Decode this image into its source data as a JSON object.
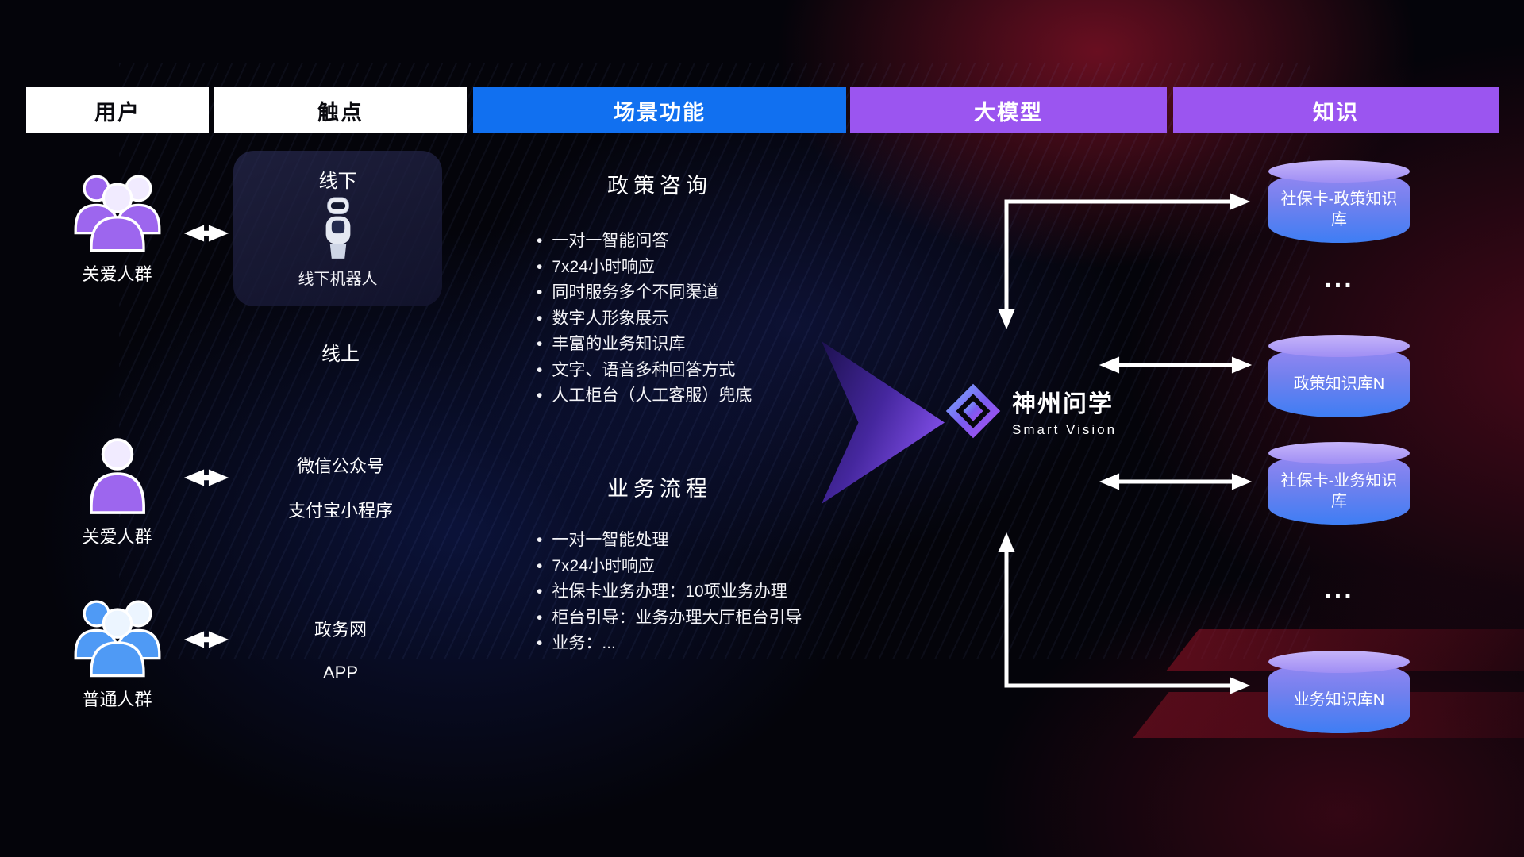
{
  "header": {
    "columns": [
      {
        "label": "用户"
      },
      {
        "label": "触点"
      },
      {
        "label": "场景功能"
      },
      {
        "label": "大模型"
      },
      {
        "label": "知识"
      }
    ]
  },
  "users": {
    "group1_label": "关爱人群",
    "single_label": "关爱人群",
    "group2_label": "普通人群"
  },
  "touchpoints": {
    "offline_title": "线下",
    "offline_robot_label": "线下机器人",
    "online_title": "线上",
    "channels": [
      "微信公众号",
      "支付宝小程序",
      "政务网",
      "APP"
    ]
  },
  "functions": {
    "policy": {
      "title": "政策咨询",
      "items": [
        "一对一智能问答",
        "7x24小时响应",
        "同时服务多个不同渠道",
        "数字人形象展示",
        "丰富的业务知识库",
        "文字、语音多种回答方式",
        "人工柜台（人工客服）兜底"
      ]
    },
    "business": {
      "title": "业务流程",
      "items": [
        "一对一智能处理",
        "7x24小时响应",
        "社保卡业务办理：10项业务办理",
        "柜台引导：业务办理大厅柜台引导",
        "业务：..."
      ]
    }
  },
  "model": {
    "brand": "神州问学",
    "brand_sub": "Smart Vision"
  },
  "knowledge": {
    "items": [
      {
        "label": "社保卡-政策知识库"
      },
      {
        "label": "..."
      },
      {
        "label": "政策知识库N"
      },
      {
        "label": "社保卡-业务知识库"
      },
      {
        "label": "..."
      },
      {
        "label": "业务知识库N"
      }
    ]
  },
  "icons": {
    "caring-group-icon": "three-person-silhouette",
    "caring-single-icon": "one-person-silhouette",
    "general-group-icon": "three-person-silhouette",
    "offline-robot-icon": "service-robot",
    "smart-vision-logo-icon": "faceted-diamond",
    "bidirectional-arrow-icon": "double-headed-arrow"
  },
  "colors": {
    "scene_header_blue": "#1170f0",
    "model_header_purple": "#9b55f0",
    "user_purple": "#9d66ee",
    "user_blue": "#4f9af5",
    "cylinder_top": "#c6b4fa",
    "cylinder_bottom": "#3e7ef4",
    "flow_arrow_purple": "#8b55f5",
    "background_red_glow": "#a00f2d",
    "background_blue_glow": "#1c34a5"
  }
}
